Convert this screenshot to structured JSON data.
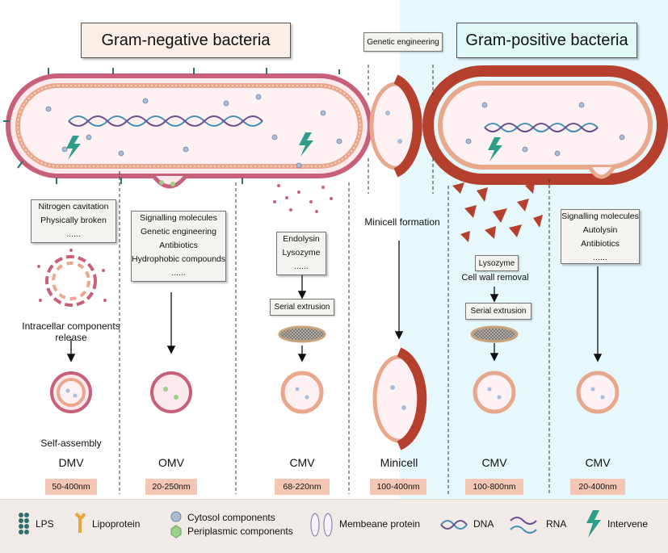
{
  "titles": {
    "gram_negative": "Gram-negative bacteria",
    "gram_positive": "Gram-positive bacteria",
    "genetic_engineering": "Genetic engineering"
  },
  "methods": {
    "dmv_box": [
      "Nitrogen cavitation",
      "Physically broken",
      "......"
    ],
    "omv_box": [
      "Signalling molecules",
      "Genetic engineering",
      "Antibiotics",
      "Hydrophobic compounds",
      "......"
    ],
    "cmv_neg_box": [
      "Endolysin",
      "Lysozyme",
      "......"
    ],
    "cmv_pos2_box": [
      "Signalling molecules",
      "Autolysin",
      "Antibiotics",
      "......"
    ],
    "serial_extrusion": "Serial extrusion",
    "lysozyme": "Lysozyme",
    "cell_wall_removal": "Cell wall removal",
    "minicell_formation": "Minicell formation",
    "intracellular_release": [
      "Intracellar components",
      "release"
    ],
    "self_assembly": "Self-assembly"
  },
  "vesicles": [
    {
      "name": "DMV",
      "size": "50-400nm"
    },
    {
      "name": "OMV",
      "size": "20-250nm"
    },
    {
      "name": "CMV",
      "size": "68-220nm"
    },
    {
      "name": "Minicell",
      "size": "100-400nm"
    },
    {
      "name": "CMV",
      "size": "100-800nm"
    },
    {
      "name": "CMV",
      "size": "20-400nm"
    }
  ],
  "legend": {
    "lps": "LPS",
    "lipoprotein": "Lipoprotein",
    "cytosol": "Cytosol components",
    "periplasmic": "Periplasmic components",
    "membrane_protein": "Membeane protein",
    "dna": "DNA",
    "rna": "RNA",
    "intervene": "Intervene"
  },
  "colors": {
    "outer_membrane": "#c8607a",
    "inner_membrane": "#e9a88c",
    "cytoplasm": "#fbe9ee",
    "cell_wall": "#b5402e",
    "lps": "#2f6f6f",
    "intervene": "#2e9e8a",
    "cytosol_dot": "#a9bcd8",
    "periplasmic": "#9ccf8a",
    "size_pill": "#f4c7b4",
    "right_bg": "#e6f8fb"
  }
}
